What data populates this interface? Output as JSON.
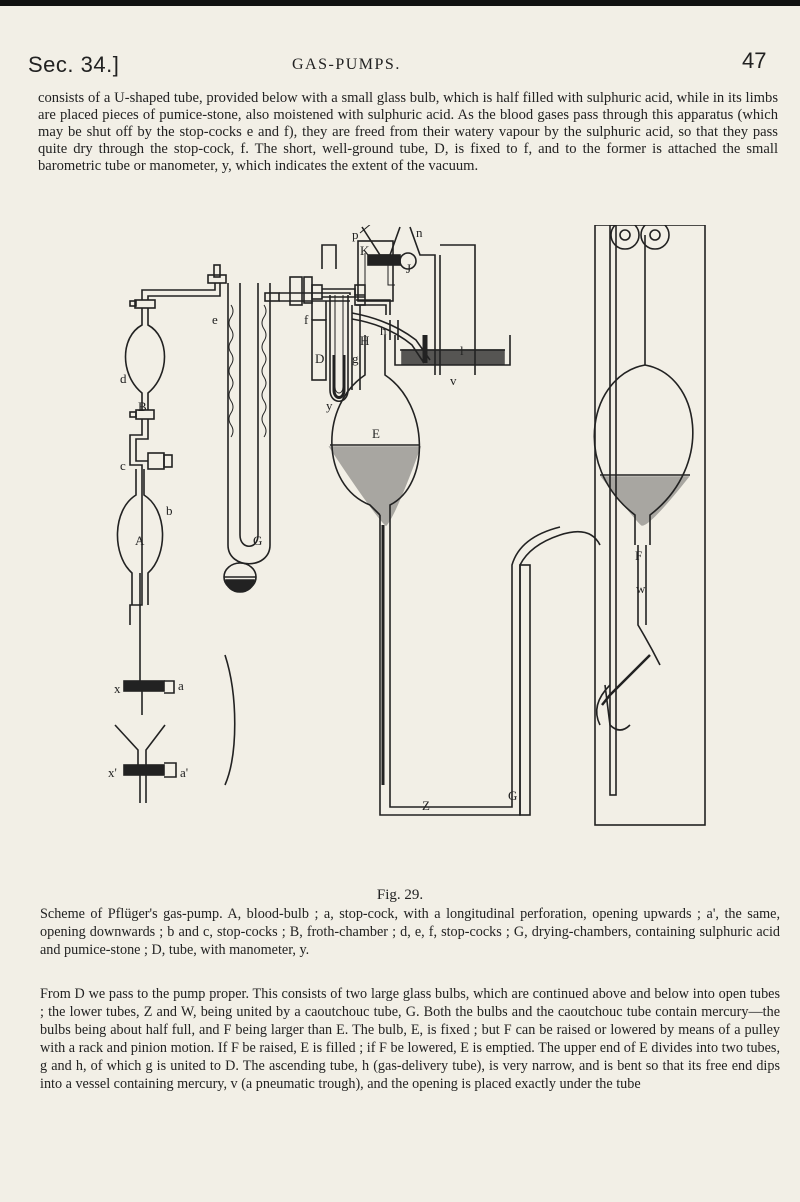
{
  "header": {
    "section": "Sec. 34.]",
    "running_title": "GAS-PUMPS.",
    "page_number": "47"
  },
  "top_paragraph": "consists of a U-shaped tube, provided below with a small glass bulb, which is half filled with sulphuric acid, while in its limbs are placed pieces of pumice-stone, also moistened with sulphuric acid. As the blood gases pass through this apparatus (which may be shut off by the stop-cocks e and f), they are freed from their watery vapour by the sulphuric acid, so that they pass quite dry through the stop-cock, f. The short, well-ground tube, D, is fixed to f, and to the former is attached the small barometric tube or manometer, y, which indicates the extent of the vacuum.",
  "figure": {
    "labels": {
      "p": "p",
      "J": "J",
      "n": "n",
      "K": "K",
      "h": "h",
      "H": "H",
      "l": "l",
      "v": "v",
      "e": "e",
      "f": "f",
      "D": "D",
      "g": "g",
      "y": "y",
      "E": "E",
      "F": "F",
      "w": "w",
      "d": "d",
      "B": "B",
      "G": "G",
      "c": "c",
      "b": "b",
      "A": "A",
      "x": "x",
      "a": "a",
      "x_prime": "x'",
      "a_prime": "a'",
      "Z": "Z",
      "G2": "G"
    },
    "fig_title": "Fig. 29."
  },
  "caption": "Scheme of Pflüger's gas-pump. A, blood-bulb ; a, stop-cock, with a longitudinal perforation, opening upwards ; a', the same, opening downwards ; b and c, stop-cocks ; B, froth-chamber ; d, e, f, stop-cocks ; G, drying-chambers, containing sulphuric acid and pumice-stone ; D, tube, with manometer, y.",
  "body_paragraph": "From D we pass to the pump proper. This consists of two large glass bulbs, which are continued above and below into open tubes ; the lower tubes, Z and W, being united by a caoutchouc tube, G. Both the bulbs and the caoutchouc tube contain mercury—the bulbs being about half full, and F being larger than E. The bulb, E, is fixed ; but F can be raised or lowered by means of a pulley with a rack and pinion motion. If F be raised, E is filled ; if F be lowered, E is emptied. The upper end of E divides into two tubes, g and h, of which g is united to D. The ascending tube, h (gas-delivery tube), is very narrow, and is bent so that its free end dips into a vessel containing mercury, v (a pneumatic trough), and the opening is placed exactly under the tube"
}
